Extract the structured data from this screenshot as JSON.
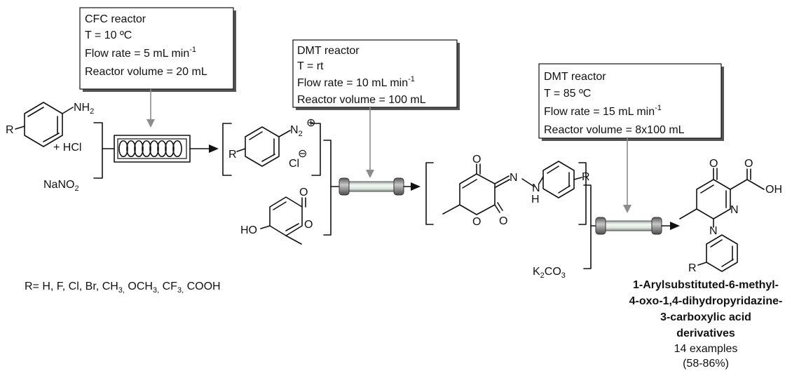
{
  "reactors": [
    {
      "title": "CFC reactor",
      "temperature": "T = 10 ºC",
      "flow_text": "Flow rate = 5 mL min",
      "flow_exp": "-1",
      "volume": "Reactor volume = 20 mL"
    },
    {
      "title": "DMT reactor",
      "temperature": "T = rt",
      "flow_text": "Flow rate = 10 mL min",
      "flow_exp": "-1",
      "volume": "Reactor volume = 100 mL"
    },
    {
      "title": "DMT reactor",
      "temperature": "T = 85 ºC",
      "flow_text": "Flow rate = 15 mL min",
      "flow_exp": "-1",
      "volume": "Reactor volume = 8x100 mL"
    }
  ],
  "reagents": {
    "amine_group": "NH",
    "amine_sub": "2",
    "r_label": "R",
    "hcl": "+ HCl",
    "nitrite": "NaNO",
    "nitrite_sub": "2",
    "diazonium_n": "N",
    "diazonium_sub": "2",
    "plus_charge": "⊕",
    "chloride": "Cl",
    "minus_charge": "⊖",
    "pyranone_oh": "HO",
    "o_label": "O",
    "n_label": "N",
    "nh_label": "H",
    "base": "K",
    "base_sub1": "2",
    "base_co": "CO",
    "base_sub2": "3",
    "oh_label": "OH"
  },
  "substituents": {
    "prefix": "R= H, F, Cl, Br, CH",
    "s1": "3,",
    "mid1": " OCH",
    "s2": "3,",
    "mid2": " CF",
    "s3": "3,",
    "tail": " COOH"
  },
  "product": {
    "name_lines": [
      "1-Arylsubstituted-6-methyl-",
      "4-oxo-1,4-dihydropyridazine-",
      "3-carboxylic acid",
      "derivatives"
    ],
    "examples": "14 examples",
    "yield": "(58-86%)"
  },
  "colors": {
    "line": "#111111",
    "callout_arrow": "#8c8c8c",
    "tube_glass": "#e4ece6",
    "tube_cap": "#8a8a8a"
  }
}
